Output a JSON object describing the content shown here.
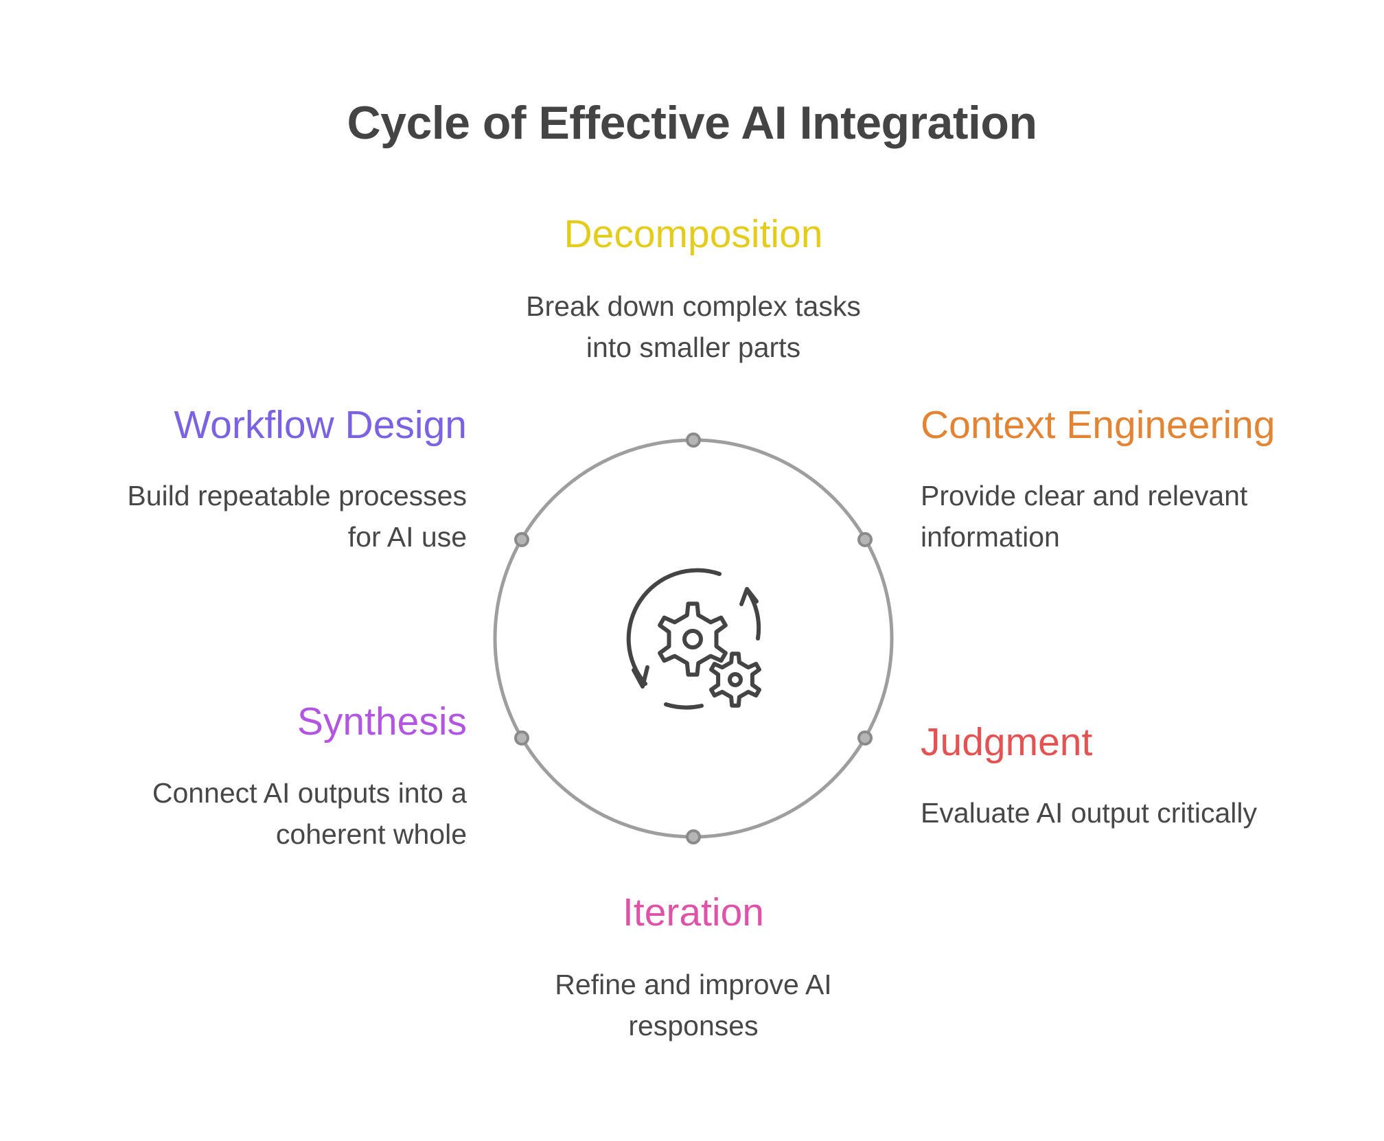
{
  "title": "Cycle of Effective AI Integration",
  "stages": [
    {
      "name": "Decomposition",
      "desc_line1": "Break down complex tasks",
      "desc_line2": "into smaller parts",
      "color": "#E3CC1A"
    },
    {
      "name": "Context Engineering",
      "desc_line1": "Provide clear and relevant",
      "desc_line2": "information",
      "color": "#E28434"
    },
    {
      "name": "Judgment",
      "desc_line1": "Evaluate AI output critically",
      "desc_line2": "",
      "color": "#E45353"
    },
    {
      "name": "Iteration",
      "desc_line1": "Refine and improve AI",
      "desc_line2": "responses",
      "color": "#DE53A8"
    },
    {
      "name": "Synthesis",
      "desc_line1": "Connect AI outputs into a",
      "desc_line2": "coherent whole",
      "color": "#B256E1"
    },
    {
      "name": "Workflow Design",
      "desc_line1": "Build repeatable processes",
      "desc_line2": "for AI use",
      "color": "#7A62E3"
    }
  ],
  "center_icon": "gears-cycle-icon",
  "ring_color": "#9E9E9E",
  "icon_color": "#444444"
}
